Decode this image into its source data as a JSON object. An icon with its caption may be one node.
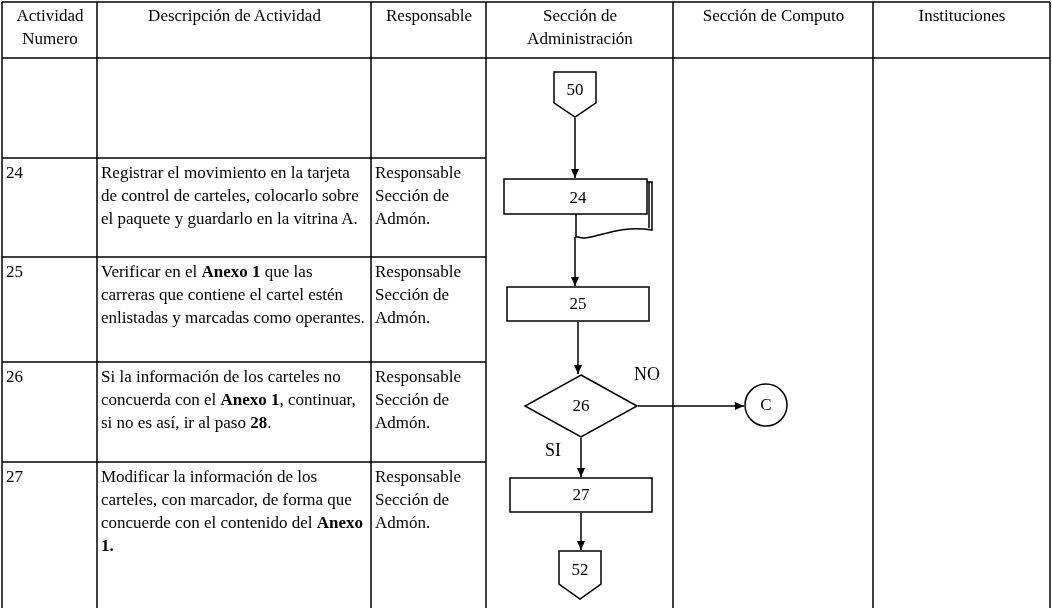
{
  "diagram": {
    "nodes": [
      {
        "text": [
          "50"
        ]
      },
      {
        "text": [
          "24"
        ]
      },
      {
        "text": [
          "25"
        ]
      },
      {
        "text": [
          "26"
        ]
      },
      {
        "text": [
          "C"
        ]
      },
      {
        "text": [
          "27"
        ]
      },
      {
        "text": [
          "52"
        ]
      }
    ],
    "edges": [
      {
        "from": 0,
        "to": 1,
        "arrow": "to"
      },
      {
        "from": 1,
        "to": 2,
        "arrow": "to"
      },
      {
        "from": 2,
        "to": 3,
        "arrow": "to"
      },
      {
        "from": 3,
        "to": 4,
        "arrow": "to",
        "label": "NO"
      },
      {
        "from": 3,
        "to": 5,
        "arrow": "to",
        "label": "SI"
      },
      {
        "from": 5,
        "to": 6,
        "arrow": "to"
      }
    ],
    "labels": [
      "Actividad Numero",
      "Descripción de Actividad",
      "Responsable",
      "Sección de Administración",
      "Sección de Computo",
      "Instituciones",
      "24",
      "Registrar el movimiento en la tarjeta de control de carteles, colocarlo sobre el paquete y guardarlo en la vitrina A.",
      "Responsable Sección de Admón.",
      "25",
      "Verificar en el **Anexo 1** que las carreras que contiene el cartel estén enlistadas y marcadas como operantes.",
      "Responsable Sección de Admón.",
      "26",
      "Si la información de los carteles no concuerda con el **Anexo 1**, continuar, si no es así, ir al paso **28**.",
      "Responsable Sección de Admón.",
      "27",
      "Modificar la información de los carteles, con marcador, de forma que concuerde con el contenido del **Anexo 1.**",
      "Responsable Sección de Admón."
    ]
  }
}
